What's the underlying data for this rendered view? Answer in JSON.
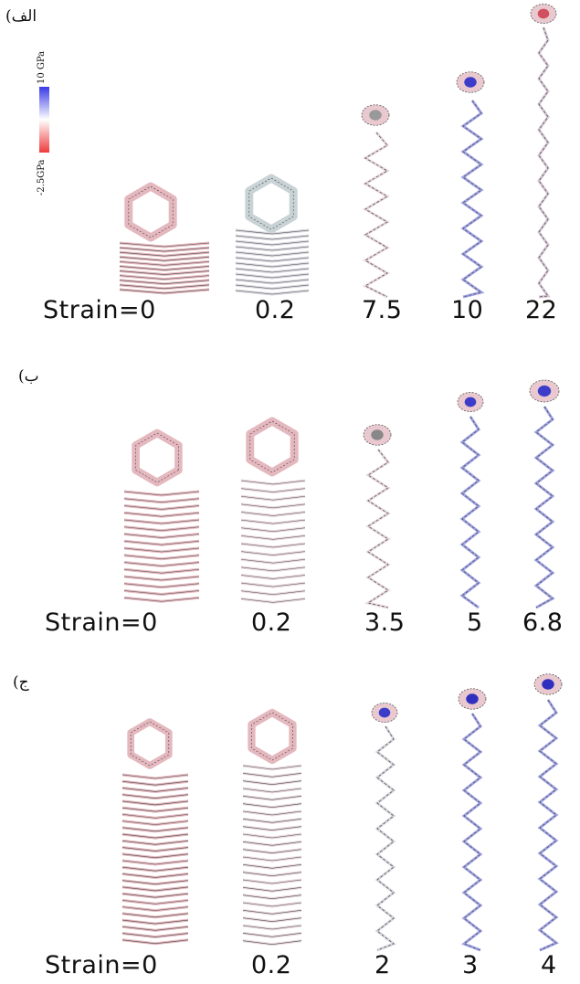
{
  "colorbar": {
    "top_label": "10 GPa",
    "bottom_label": "-2.5GPa",
    "colors": [
      "#3a3ae8",
      "#ffffff",
      "#ee3b3b"
    ]
  },
  "panels": [
    {
      "label": "(الف",
      "strains": [
        "Strain=0",
        "0.2",
        "7.5",
        "10",
        "22"
      ]
    },
    {
      "label": "(ب",
      "strains": [
        "Strain=0",
        "0.2",
        "3.5",
        "5",
        "6.8"
      ]
    },
    {
      "label": "(ج",
      "strains": [
        "Strain=0",
        "0.2",
        "2",
        "3",
        "4"
      ]
    }
  ]
}
